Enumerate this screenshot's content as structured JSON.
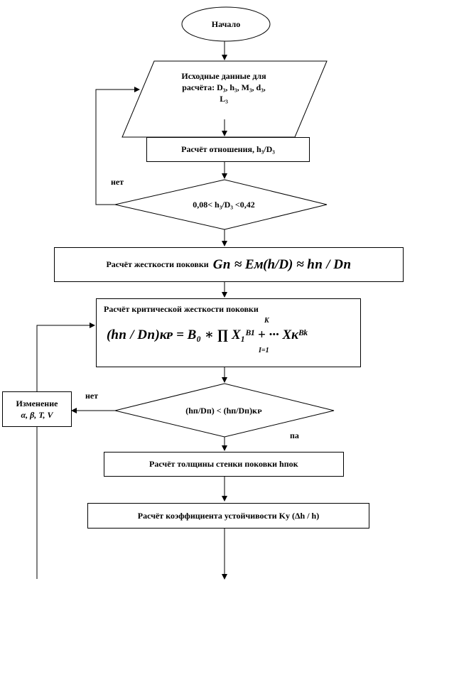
{
  "nodes": {
    "start": "Начало",
    "input_l1": "Исходные данные для",
    "input_l2": "расчёта: D₃, h₃, M₃, d₃,",
    "input_l3": "L₃",
    "ratio": "Расчёт отношения, h₃/D₃",
    "cond1": "0,08< h₃/D₃ <0,42",
    "stiff_text": "Расчёт жесткости поковки",
    "stiff_formula": "Gᴨ ≈ Eᴍ(h/D) ≈ hᴨ / Dᴨ",
    "crit_text": "Расчёт критической жесткости поковки",
    "crit_formula": "(hᴨ / Dᴨ)ᴋᴘ = B₀ ∗ ∏ X₁ᴮ¹ + ··· Xᴋᴮᵏ",
    "crit_prod_upper": "K",
    "crit_prod_lower": "I=1",
    "cond2": "(hᴨ/Dᴨ) < (hᴨ/Dᴨ)ᴋᴘ",
    "change_l1": "Изменение",
    "change_l2": "α, β, T, V",
    "wall": "Расчёт толщины стенки поковки hᴨᴏᴋ",
    "coef": "Расчёт коэффициента устойчивости Kу (Δh / h)"
  },
  "labels": {
    "no1": "нет",
    "no2": "нет",
    "yes": "па"
  }
}
